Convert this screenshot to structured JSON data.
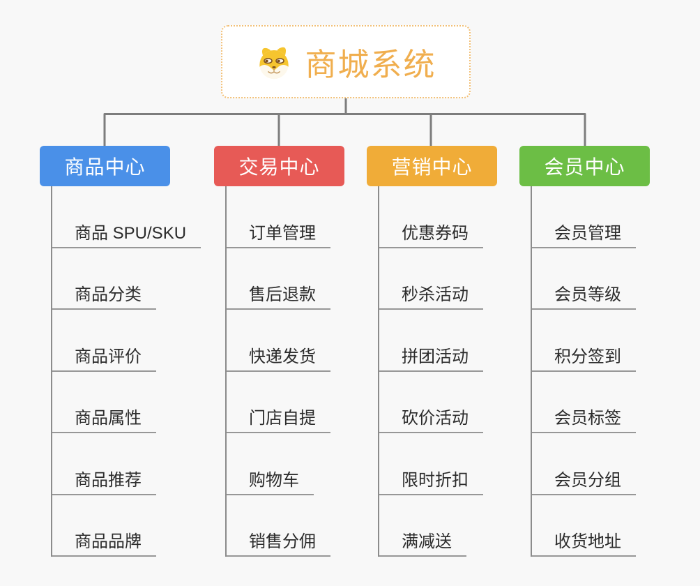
{
  "root": {
    "title": "商城系统",
    "icon": "shiba-dog-icon"
  },
  "branches": [
    {
      "label": "商品中心",
      "color": "#4a90e8",
      "items": [
        "商品 SPU/SKU",
        "商品分类",
        "商品评价",
        "商品属性",
        "商品推荐",
        "商品品牌"
      ]
    },
    {
      "label": "交易中心",
      "color": "#e75a56",
      "items": [
        "订单管理",
        "售后退款",
        "快递发货",
        "门店自提",
        "购物车",
        "销售分佣"
      ]
    },
    {
      "label": "营销中心",
      "color": "#f0ac38",
      "items": [
        "优惠券码",
        "秒杀活动",
        "拼团活动",
        "砍价活动",
        "限时折扣",
        "满减送"
      ]
    },
    {
      "label": "会员中心",
      "color": "#6cbe45",
      "items": [
        "会员管理",
        "会员等级",
        "积分签到",
        "会员标签",
        "会员分组",
        "收货地址"
      ]
    }
  ],
  "colors": {
    "background": "#f8f8f8",
    "root_border": "#f2c077",
    "root_title": "#f0ae4e",
    "connector_line": "#7d7d7d",
    "branch_trunk_line": "#8c8c8c",
    "item_underline": "#979797",
    "item_text": "#2b2b2b",
    "dog_yellow": "#f6c52f",
    "dog_cream": "#fdf8ec",
    "dog_brown": "#7c4f1d"
  }
}
